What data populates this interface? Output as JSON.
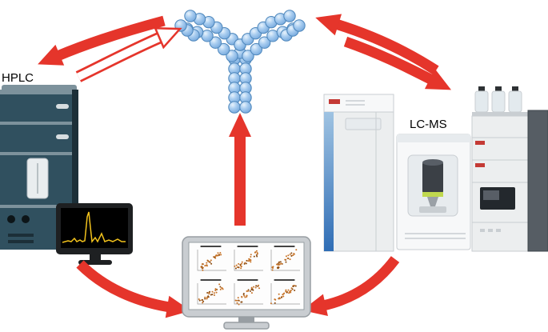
{
  "labels": {
    "hplc": "HPLC",
    "lcms": "LC-MS"
  },
  "colors": {
    "arrow_red": "#e5352b",
    "arrow_outline_fill": "#ffffff",
    "antibody_bead_light": "#e8f3fc",
    "antibody_bead_mid": "#a9cdf0",
    "antibody_bead_dark": "#76a9dd",
    "antibody_stroke": "#4d86bb",
    "hplc_body": "#30505f",
    "hplc_body_dark": "#1c2f38",
    "hplc_top": "#7d929c",
    "hplc_detail_light": "#d7dde0",
    "hplc_door": "#e9edef",
    "hplc_door_stroke": "#b8c0c4",
    "knob_dark": "#0d1518",
    "screen_bezel": "#1e2022",
    "screen_black": "#000000",
    "chromatogram_trace": "#f2c21c",
    "lcms_body": "#eceeef",
    "lcms_body_light": "#f7f8f9",
    "lcms_stroke": "#c9ced2",
    "lcms_inner": "#e7ebee",
    "lcms_blue_top": "#9fc3e2",
    "lcms_blue_bottom": "#2f6db5",
    "lcms_red": "#c43a35",
    "ion_source_dark": "#3b4046",
    "ion_source_top": "#585e66",
    "ion_source_ring": "#c0d84e",
    "ion_source_cone": "#9aa0a6",
    "bottle_body": "#e3eaee",
    "bottle_cap": "#2e3134",
    "display_dark": "#23282d",
    "dark_panel": "#565d64",
    "dark_panel_stroke": "#3f464c",
    "monitor_frame": "#c9cdd1",
    "monitor_frame_stroke": "#989ea3",
    "monitor_screen": "#fdfdfd",
    "scatter_dot": "#c87428",
    "scatter_dot_dark": "#8a4c12",
    "plot_axis": "#999999",
    "plot_title_bar": "#444444",
    "label_color": "#000000"
  },
  "antibody": {
    "bead_radius": 7.2
  },
  "scatter_plots": {
    "rows": 2,
    "cols": 3,
    "points_per_plot": 34
  }
}
